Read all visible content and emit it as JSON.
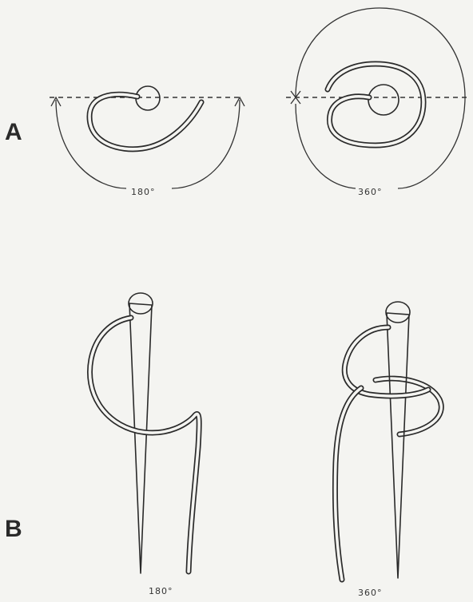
{
  "panels": [
    {
      "label": "A"
    },
    {
      "label": "B"
    }
  ],
  "angles": {
    "a_left": "180°",
    "a_right": "360°",
    "b_left": "180°",
    "b_right": "360°"
  }
}
